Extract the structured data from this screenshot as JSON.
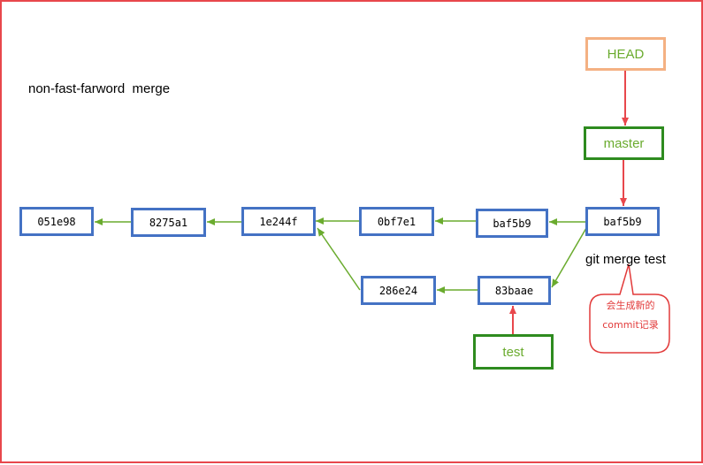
{
  "title": "non-fast-farword  merge",
  "command": "git merge test",
  "callout": {
    "line1": "会生成新的",
    "line2": "commit记录"
  },
  "head": {
    "label": "HEAD"
  },
  "branches": {
    "master": "master",
    "test": "test"
  },
  "commits": {
    "c1": "051e98",
    "c2": "8275a1",
    "c3": "1e244f",
    "c4": "0bf7e1",
    "c5": "baf5b9",
    "c6": "baf5b9",
    "c7": "286e24",
    "c8": "83baae"
  },
  "colors": {
    "border": "#e8474c",
    "commit_border": "#4472c4",
    "branch_border": "#2e8b1f",
    "branch_text": "#6aab2e",
    "head_border": "#f4b183",
    "parent_arrow": "#6aab2e",
    "pointer_arrow": "#e8474c",
    "callout": "#e23a3a"
  }
}
